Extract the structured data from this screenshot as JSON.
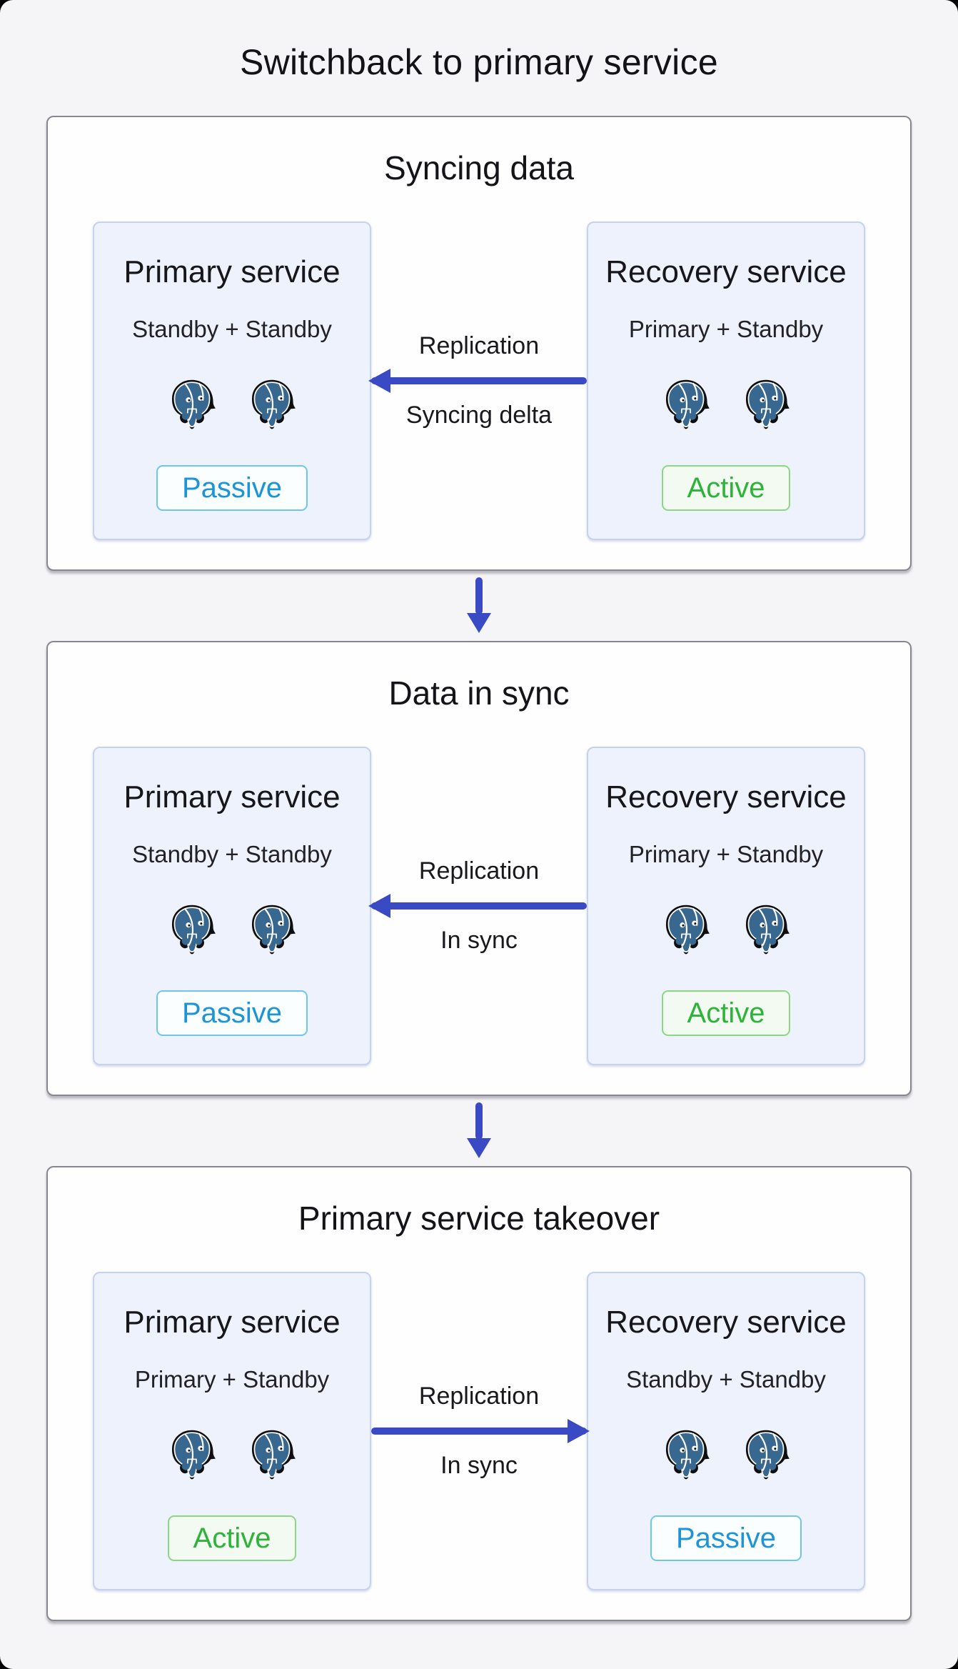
{
  "diagram": {
    "title": "Switchback to primary service"
  },
  "colors": {
    "canvas_bg": "#f5f5f8",
    "panel_bg": "#fefefe",
    "panel_border": "#86878f",
    "card_bg": "#eef2fc",
    "card_border": "#c7d1f0",
    "arrow_blue": "#3a49c4",
    "elephant_blue": "#38678f",
    "passive_text": "#1d93d8",
    "passive_border": "#6cc6ef",
    "active_text": "#2db33a",
    "active_border": "#8bd883"
  },
  "icons": {
    "elephant": "postgresql-elephant-icon",
    "down_arrow": "down-arrow-icon",
    "left_arrow": "replication-arrow-left-icon",
    "right_arrow": "replication-arrow-right-icon"
  },
  "stages": [
    {
      "title": "Syncing data",
      "left": {
        "title": "Primary service",
        "subtitle": "Standby + Standby",
        "badge": "Passive"
      },
      "right": {
        "title": "Recovery service",
        "subtitle": "Primary + Standby",
        "badge": "Active"
      },
      "arrow": {
        "direction": "left",
        "label_top": "Replication",
        "label_bottom": "Syncing delta"
      }
    },
    {
      "title": "Data in sync",
      "left": {
        "title": "Primary service",
        "subtitle": "Standby + Standby",
        "badge": "Passive"
      },
      "right": {
        "title": "Recovery service",
        "subtitle": "Primary + Standby",
        "badge": "Active"
      },
      "arrow": {
        "direction": "left",
        "label_top": "Replication",
        "label_bottom": "In sync"
      }
    },
    {
      "title": "Primary service takeover",
      "left": {
        "title": "Primary service",
        "subtitle": "Primary + Standby",
        "badge": "Active"
      },
      "right": {
        "title": "Recovery service",
        "subtitle": "Standby + Standby",
        "badge": "Passive"
      },
      "arrow": {
        "direction": "right",
        "label_top": "Replication",
        "label_bottom": "In sync"
      }
    }
  ]
}
